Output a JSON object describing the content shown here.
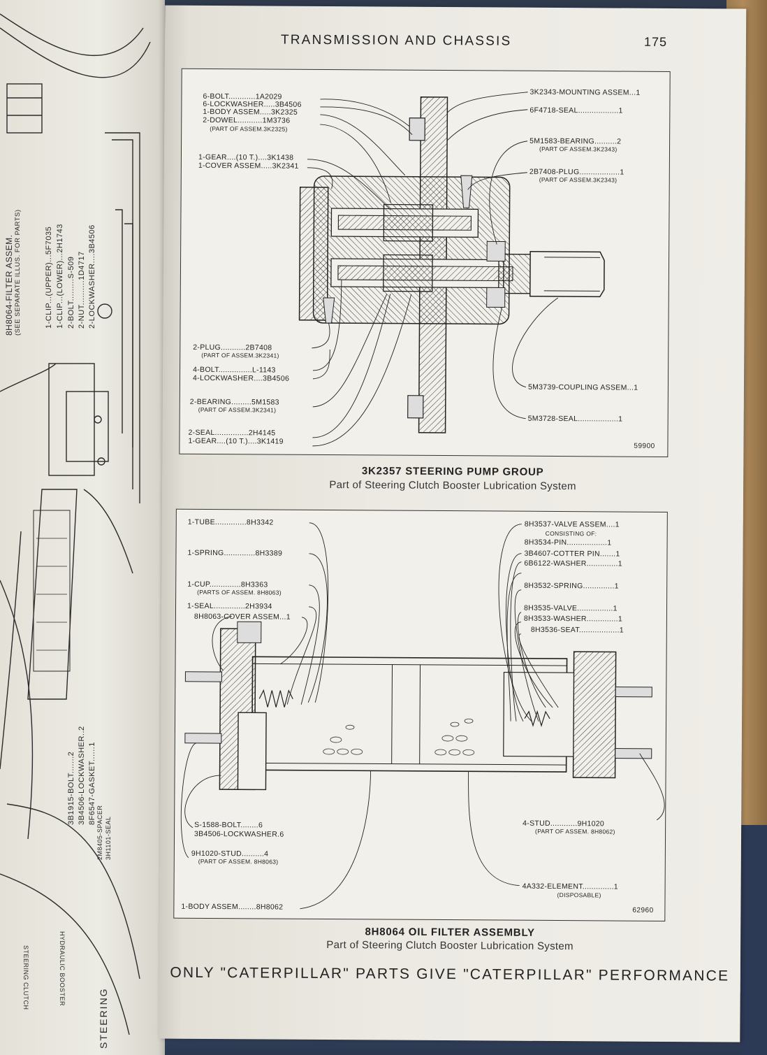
{
  "header": {
    "section_title": "TRANSMISSION AND CHASSIS",
    "page_number": "175"
  },
  "left_page": {
    "labels": [
      "8H8064-FILTER ASSEM.",
      "(SEE SEPARATE ILLUS. FOR PARTS)",
      "1-CLIP...(UPPER)...5F7035",
      "1-CLIP...(LOWER)...2H1743",
      "2-BOLT.........S-509",
      "2-NUT..........1D4717",
      "2-LOCKWASHER....3B4506",
      "3B1915-BOLT.......2",
      "3B4506-LOCKWASHER..2",
      "8F6547-GASKET......1",
      "2M8405-SPACER",
      "3H1101-SEAL",
      "STEERING CLUTCH",
      "HYDRAULIC BOOSTER",
      "STEERING"
    ]
  },
  "fig1": {
    "number": "59900",
    "caption_title": "3K2357 STEERING PUMP GROUP",
    "caption_sub": "Part of Steering Clutch Booster Lubrication System",
    "left_labels": [
      "6-BOLT............1A2029",
      "6-LOCKWASHER.....3B4506",
      "1-BODY ASSEM.....3K2325",
      "2-DOWEL...........1M3736",
      "(PART OF ASSEM.3K2325)",
      "1-GEAR....(10 T.)....3K1438",
      "1-COVER ASSEM.....3K2341",
      "2-PLUG...........2B7408",
      "(PART OF ASSEM.3K2341)",
      "4-BOLT...............L-1143",
      "4-LOCKWASHER....3B4506",
      "2-BEARING.........5M1583",
      "(PART OF ASSEM.3K2341)",
      "2-SEAL...............2H4145",
      "1-GEAR....(10 T.)....3K1419"
    ],
    "right_labels": [
      "3K2343-MOUNTING ASSEM...1",
      "6F4718-SEAL..................1",
      "5M1583-BEARING..........2",
      "(PART OF ASSEM.3K2343)",
      "2B7408-PLUG..................1",
      "(PART OF ASSEM.3K2343)",
      "5M3739-COUPLING ASSEM...1",
      "5M3728-SEAL..................1"
    ]
  },
  "fig2": {
    "number": "62960",
    "caption_title": "8H8064 OIL FILTER ASSEMBLY",
    "caption_sub": "Part of Steering Clutch Booster Lubrication System",
    "left_labels": [
      "1-TUBE..............8H3342",
      "1-SPRING..............8H3389",
      "1-CUP..............8H3363",
      "(PARTS OF ASSEM. 8H8063)",
      "1-SEAL..............2H3934",
      "8H8063-COVER ASSEM...1",
      "S-1588-BOLT........6",
      "3B4506-LOCKWASHER.6",
      "9H1020-STUD..........4",
      "(PART OF ASSEM. 8H8063)",
      "1-BODY ASSEM........8H8062"
    ],
    "right_labels": [
      "8H3537-VALVE ASSEM....1",
      "CONSISTING OF:",
      "8H3534-PIN..................1",
      "3B4607-COTTER PIN.......1",
      "6B6122-WASHER..............1",
      "8H3532-SPRING..............1",
      "8H3535-VALVE................1",
      "8H3533-WASHER..............1",
      "8H3536-SEAT..................1",
      "4-STUD............9H1020",
      "(PART OF ASSEM. 8H8062)",
      "4A332-ELEMENT..............1",
      "(DISPOSABLE)"
    ]
  },
  "footer": {
    "text": "ONLY \"CATERPILLAR\" PARTS GIVE \"CATERPILLAR\" PERFORMANCE"
  }
}
